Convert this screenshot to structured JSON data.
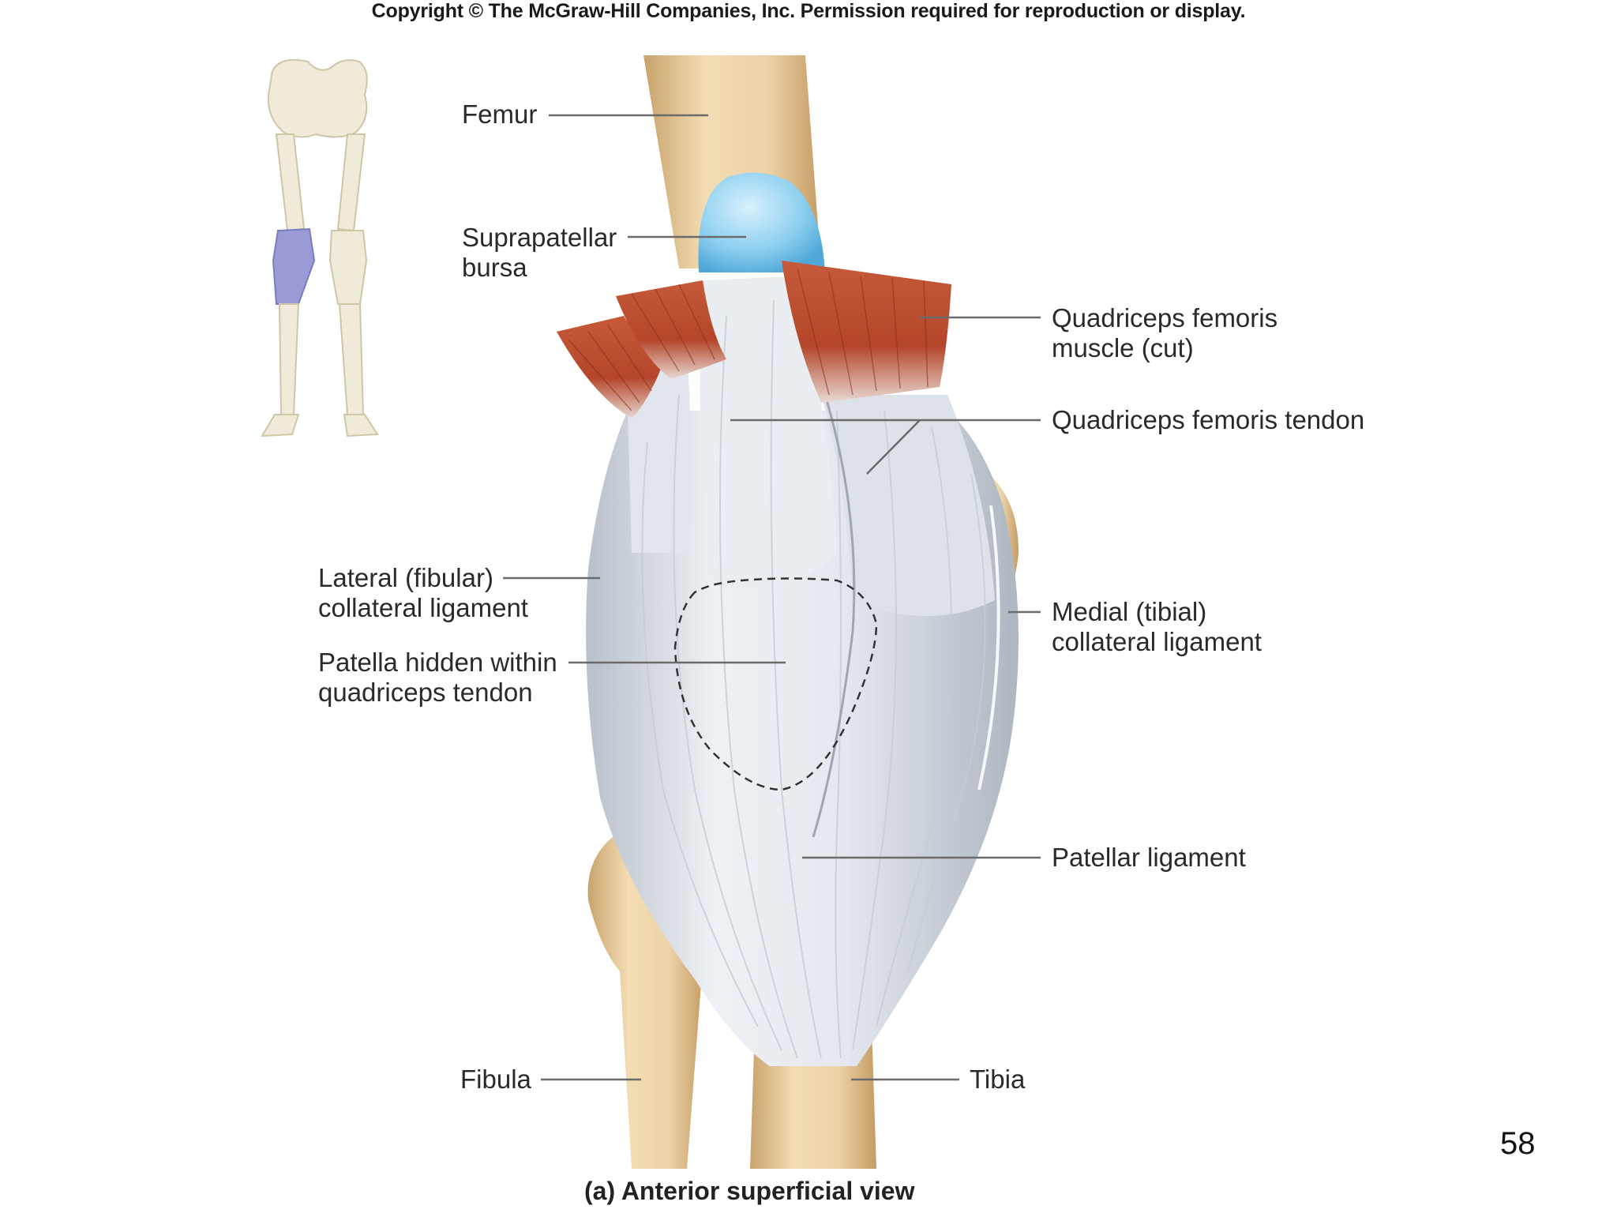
{
  "copyright": "Copyright © The McGraw-Hill Companies, Inc. Permission required for reproduction or display.",
  "caption": "(a) Anterior superficial view",
  "page_number": "58",
  "labels": {
    "femur": "Femur",
    "suprapatellar": [
      "Suprapatellar",
      "bursa"
    ],
    "quad_muscle": [
      "Quadriceps femoris",
      "muscle (cut)"
    ],
    "quad_tendon": "Quadriceps femoris tendon",
    "lateral_ligament": [
      "Lateral (fibular)",
      "collateral ligament"
    ],
    "patella": [
      "Patella hidden within",
      "quadriceps tendon"
    ],
    "medial_ligament": [
      "Medial (tibial)",
      "collateral ligament"
    ],
    "patellar_ligament": "Patellar ligament",
    "fibula": "Fibula",
    "tibia": "Tibia"
  },
  "colors": {
    "bone": "#ecd3a8",
    "bone_shadow": "#c9a36c",
    "bursa": "#8fd0f0",
    "muscle": "#b4452a",
    "tendon": "#e4e8ee",
    "tendon_shadow": "#b9c0ca",
    "leader": "#6b6b6b",
    "skeleton_highlight": "#9a9bd6"
  }
}
